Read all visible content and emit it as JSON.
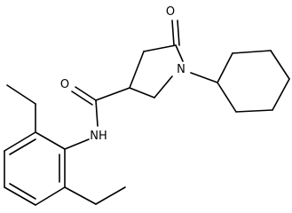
{
  "structure": {
    "atoms": [
      {
        "id": "oxygen-carbonyl-ring",
        "symbol": "O"
      },
      {
        "id": "nitrogen-ring",
        "symbol": "N"
      },
      {
        "id": "oxygen-amide",
        "symbol": "O"
      },
      {
        "id": "nitrogen-amide",
        "symbol": "N",
        "hydrogen": "H"
      }
    ],
    "colors": {
      "bond": "#000000",
      "label": "#000000",
      "background": "#ffffff"
    }
  }
}
